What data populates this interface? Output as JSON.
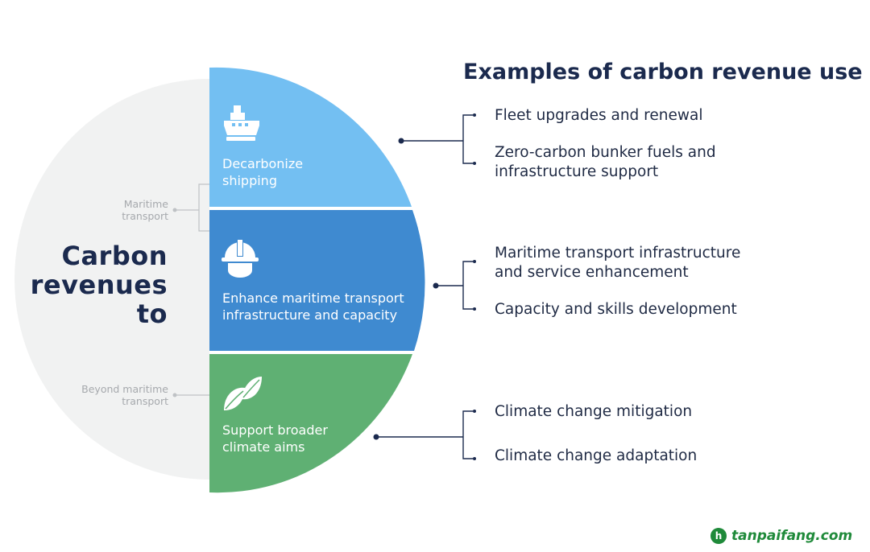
{
  "diagram": {
    "center_title": "Carbon\nrevenues\nto",
    "side_labels": {
      "maritime": "Maritime\ntransport",
      "beyond": "Beyond maritime\ntransport"
    },
    "segments": [
      {
        "label": "Decarbonize\nshipping",
        "icon": "ship-icon",
        "color": "#73bff2"
      },
      {
        "label": "Enhance maritime transport\ninfrastructure and capacity",
        "icon": "hard-hat-icon",
        "color": "#3f8ad0"
      },
      {
        "label": "Support broader\nclimate aims",
        "icon": "leaves-icon",
        "color": "#5fb073"
      }
    ],
    "heading": "Examples of carbon revenue use",
    "examples": [
      [
        "Fleet upgrades and renewal",
        "Zero-carbon bunker fuels and\ninfrastructure support"
      ],
      [
        "Maritime transport infrastructure\nand service enhancement",
        "Capacity and skills development"
      ],
      [
        "Climate change mitigation",
        "Climate change adaptation"
      ]
    ]
  },
  "watermark": {
    "text": "tanpaifang.com",
    "logo": "h"
  },
  "colors": {
    "background_circle": "#f1f2f2",
    "navy": "#1b2a4e",
    "connector": "#1b2a4e",
    "side_label": "#a6a9ad"
  }
}
